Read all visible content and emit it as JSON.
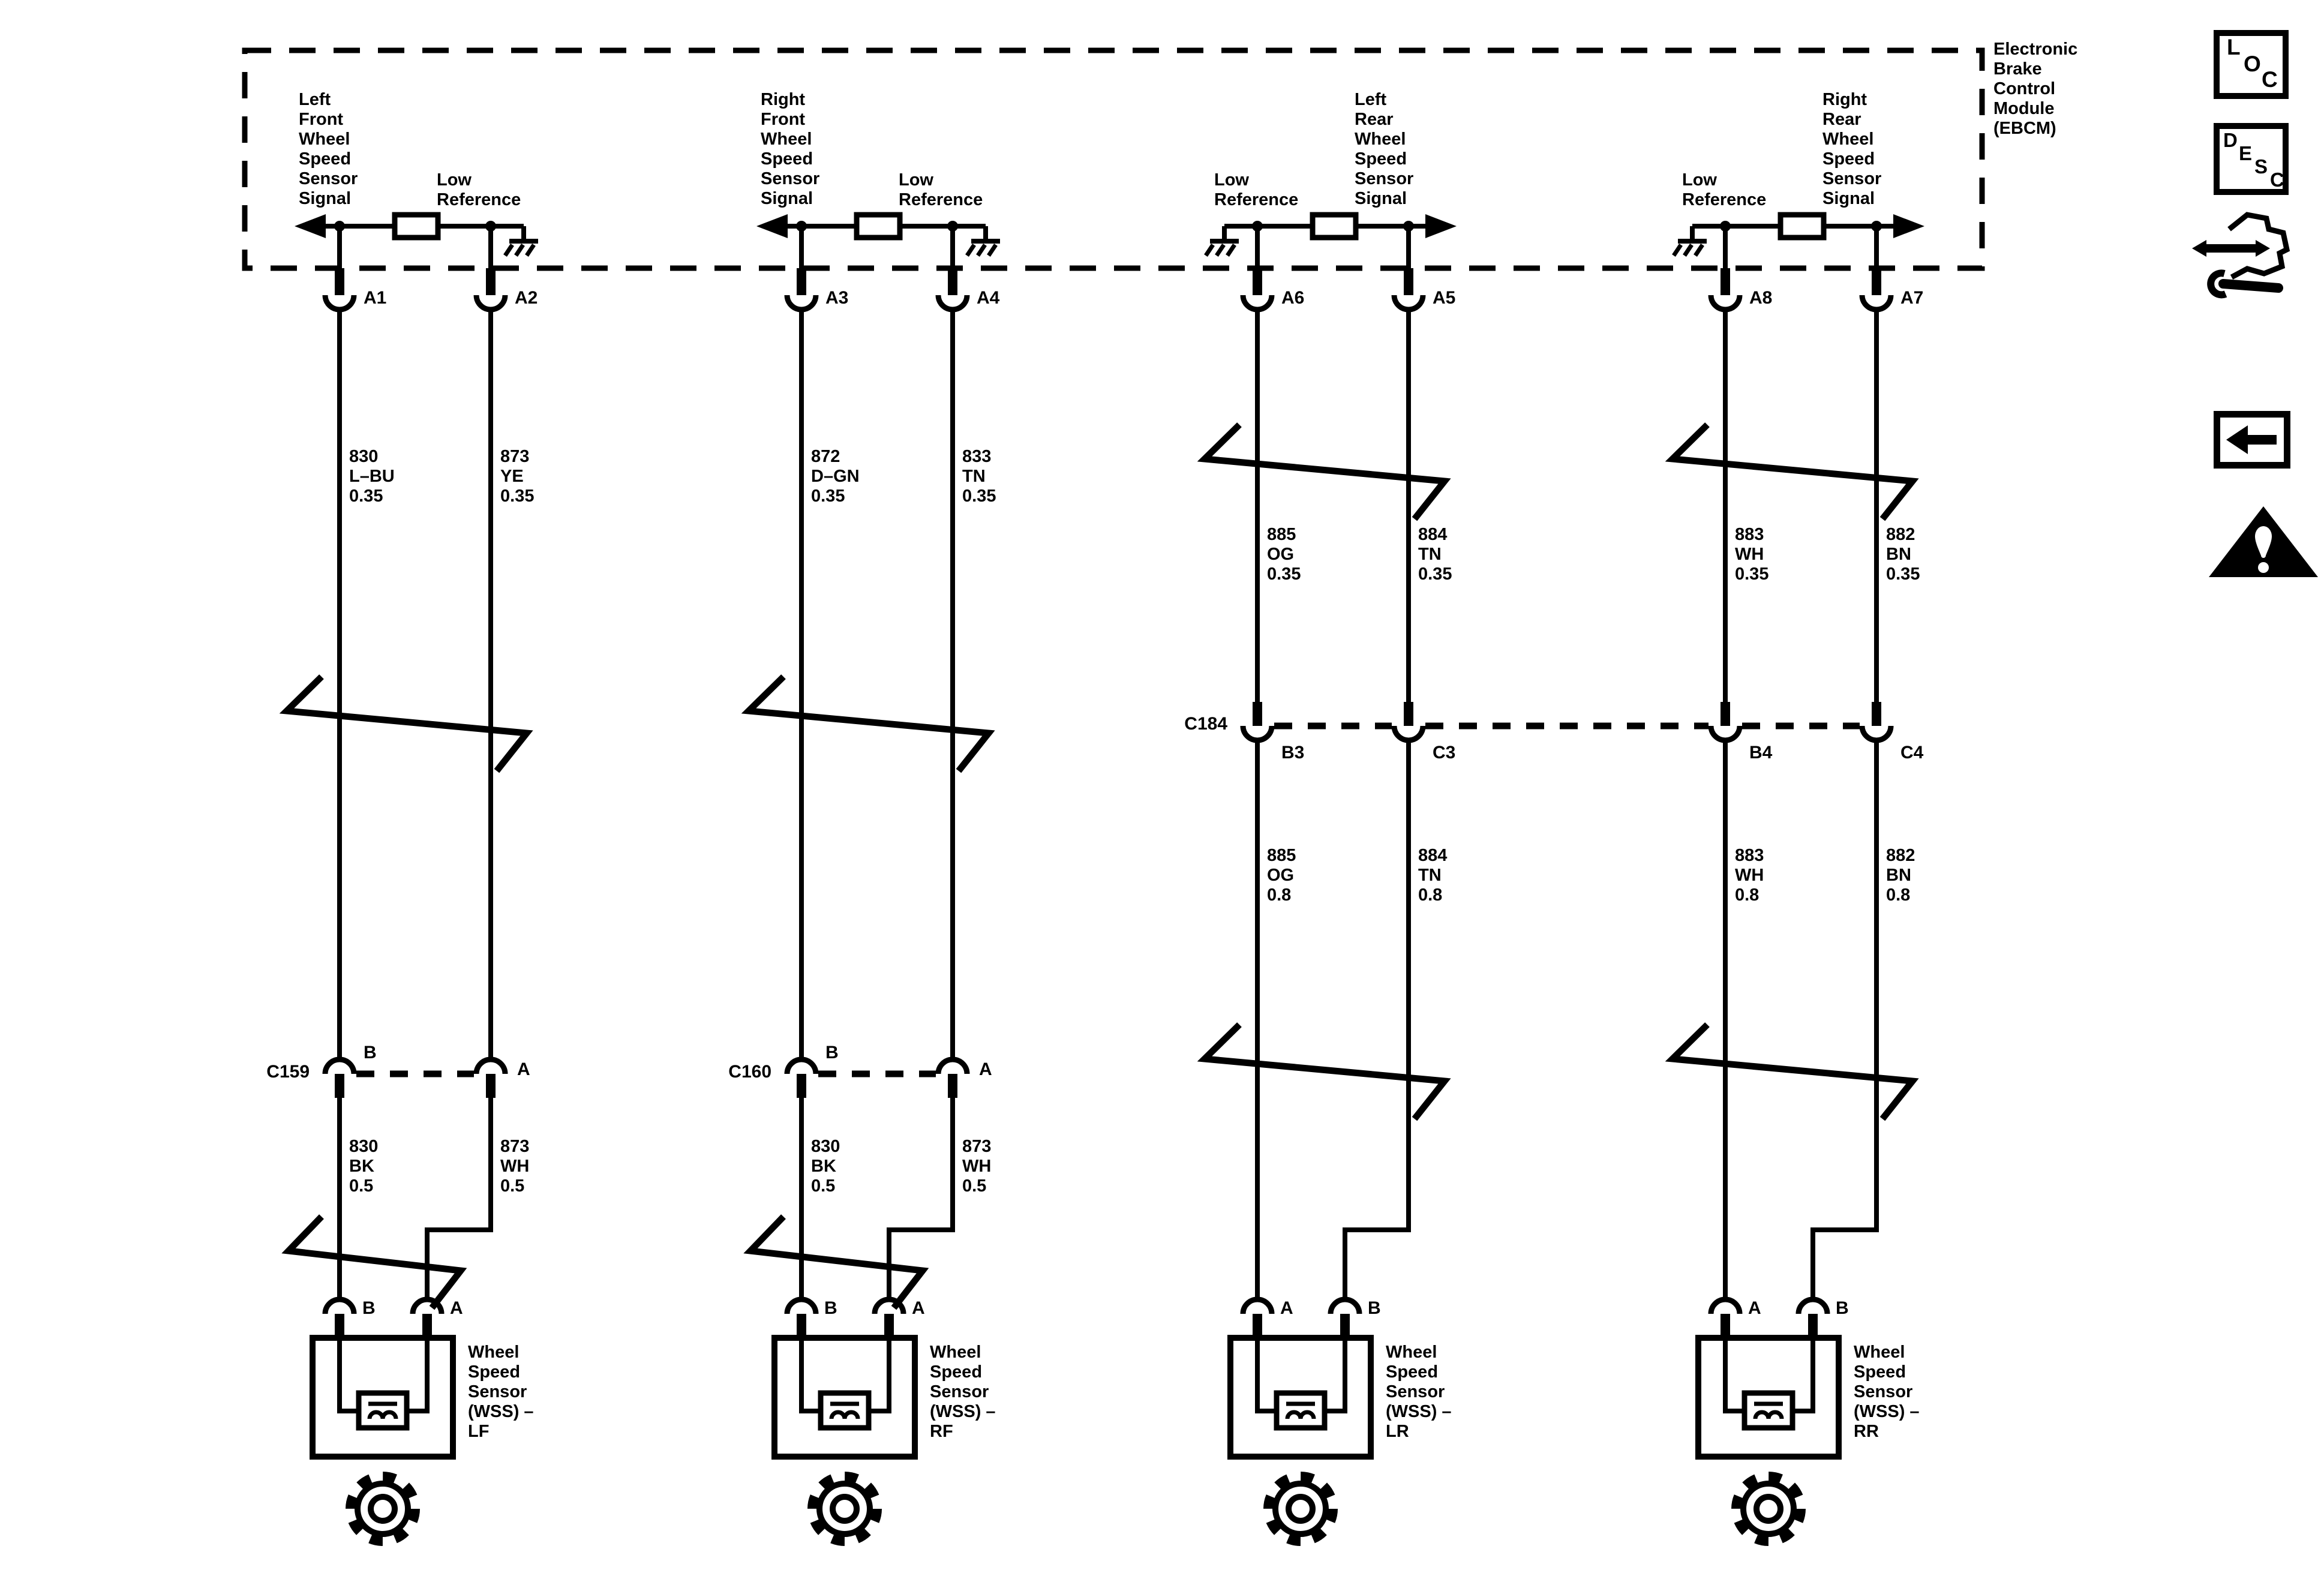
{
  "page": {
    "paper_color": "#ffffff",
    "ink_color": "#000000"
  },
  "ebcm": {
    "label": "Electronic\nBrake\nControl\nModule\n(EBCM)"
  },
  "circuits": [
    {
      "name": "left-front",
      "header_left": "Left\nFront\nWheel\nSpeed\nSensor\nSignal",
      "header_right": "Low\nReference",
      "ebcm_pin_left": "A1",
      "ebcm_pin_right": "A2",
      "wire_upper_left": "830\nL–BU\n0.35",
      "wire_upper_right": "873\nYE\n0.35",
      "connector_label": "C159",
      "connector_pin_left": "B",
      "connector_pin_right": "A",
      "wire_lower_left": "830\nBK\n0.5",
      "wire_lower_right": "873\nWH\n0.5",
      "wss_pin_left": "B",
      "wss_pin_right": "A",
      "wss_label": "Wheel\nSpeed\nSensor\n(WSS) –\nLF"
    },
    {
      "name": "right-front",
      "header_left": "Right\nFront\nWheel\nSpeed\nSensor\nSignal",
      "header_right": "Low\nReference",
      "ebcm_pin_left": "A3",
      "ebcm_pin_right": "A4",
      "wire_upper_left": "872\nD–GN\n0.35",
      "wire_upper_right": "833\nTN\n0.35",
      "connector_label": "C160",
      "connector_pin_left": "B",
      "connector_pin_right": "A",
      "wire_lower_left": "830\nBK\n0.5",
      "wire_lower_right": "873\nWH\n0.5",
      "wss_pin_left": "B",
      "wss_pin_right": "A",
      "wss_label": "Wheel\nSpeed\nSensor\n(WSS) –\nRF"
    },
    {
      "name": "left-rear",
      "header_left": "Low\nReference",
      "header_right": "Left\nRear\nWheel\nSpeed\nSensor\nSignal",
      "ebcm_pin_left": "A6",
      "ebcm_pin_right": "A5",
      "wire_upper_left": "885\nOG\n0.35",
      "wire_upper_right": "884\nTN\n0.35",
      "connector_label": "C184",
      "connector_pin_left": "B3",
      "connector_pin_right": "C3",
      "wire_lower_left": "885\nOG\n0.8",
      "wire_lower_right": "884\nTN\n0.8",
      "wss_pin_left": "A",
      "wss_pin_right": "B",
      "wss_label": "Wheel\nSpeed\nSensor\n(WSS) –\nLR"
    },
    {
      "name": "right-rear",
      "header_left": "Low\nReference",
      "header_right": "Right\nRear\nWheel\nSpeed\nSensor\nSignal",
      "ebcm_pin_left": "A8",
      "ebcm_pin_right": "A7",
      "wire_upper_left": "883\nWH\n0.35",
      "wire_upper_right": "882\nBN\n0.35",
      "connector_pin_left": "B4",
      "connector_pin_right": "C4",
      "wire_lower_left": "883\nWH\n0.8",
      "wire_lower_right": "882\nBN\n0.8",
      "wss_pin_left": "A",
      "wss_pin_right": "B",
      "wss_label": "Wheel\nSpeed\nSensor\n(WSS) –\nRR"
    }
  ],
  "rail": {
    "loc_letters": [
      "L",
      "O",
      "C"
    ],
    "desc_letters": [
      "D",
      "E",
      "S",
      "C"
    ]
  }
}
